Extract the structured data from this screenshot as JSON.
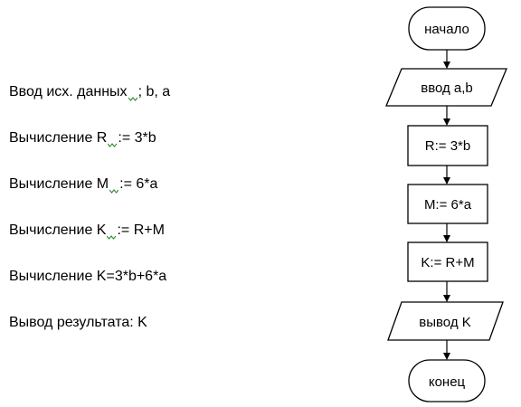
{
  "steps": [
    {
      "prefix": "Ввод исх. данных",
      "suffix": " b, a",
      "squiggle": true
    },
    {
      "prefix": "Вычисление R",
      "suffix": "= 3*b",
      "squiggle": true
    },
    {
      "prefix": " Вычисление M",
      "suffix": "= 6*a",
      "squiggle": true
    },
    {
      "prefix": "Вычисление K",
      "suffix": "= R+M",
      "squiggle": true
    },
    {
      "prefix": "Вычисление K=3*b+6*a",
      "suffix": "",
      "squiggle": false
    },
    {
      "prefix": "Вывод результата: K",
      "suffix": "",
      "squiggle": false
    }
  ],
  "flow": {
    "start": "начало",
    "input": "ввод a,b",
    "proc_r": "R:= 3*b",
    "proc_m": "M:= 6*a",
    "proc_k": "K:= R+M",
    "output": "вывод K",
    "end": "конец"
  },
  "squiggle_color": "#2e8b2e"
}
